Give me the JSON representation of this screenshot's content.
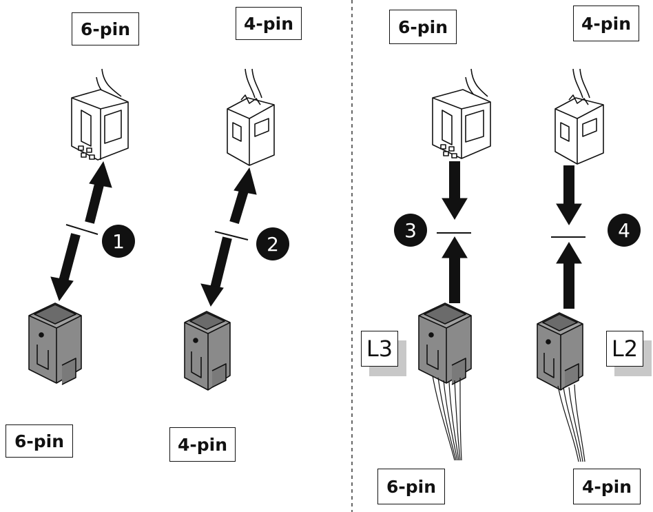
{
  "diagram": {
    "left_panel": {
      "step_1": "1",
      "step_2": "2",
      "top_labels": [
        "6-pin",
        "4-pin"
      ],
      "bottom_labels": [
        "6-pin",
        "4-pin"
      ]
    },
    "right_panel": {
      "step_3": "3",
      "step_4": "4",
      "top_labels": [
        "6-pin",
        "4-pin"
      ],
      "bottom_labels": [
        "6-pin",
        "4-pin"
      ],
      "connector_labels": [
        "L3",
        "L2"
      ]
    },
    "colors": {
      "ink": "#111111",
      "plug_gray": "#8a8a8a",
      "plug_dark": "#6b6b6b",
      "label_shadow": "#c8c8c8"
    }
  }
}
